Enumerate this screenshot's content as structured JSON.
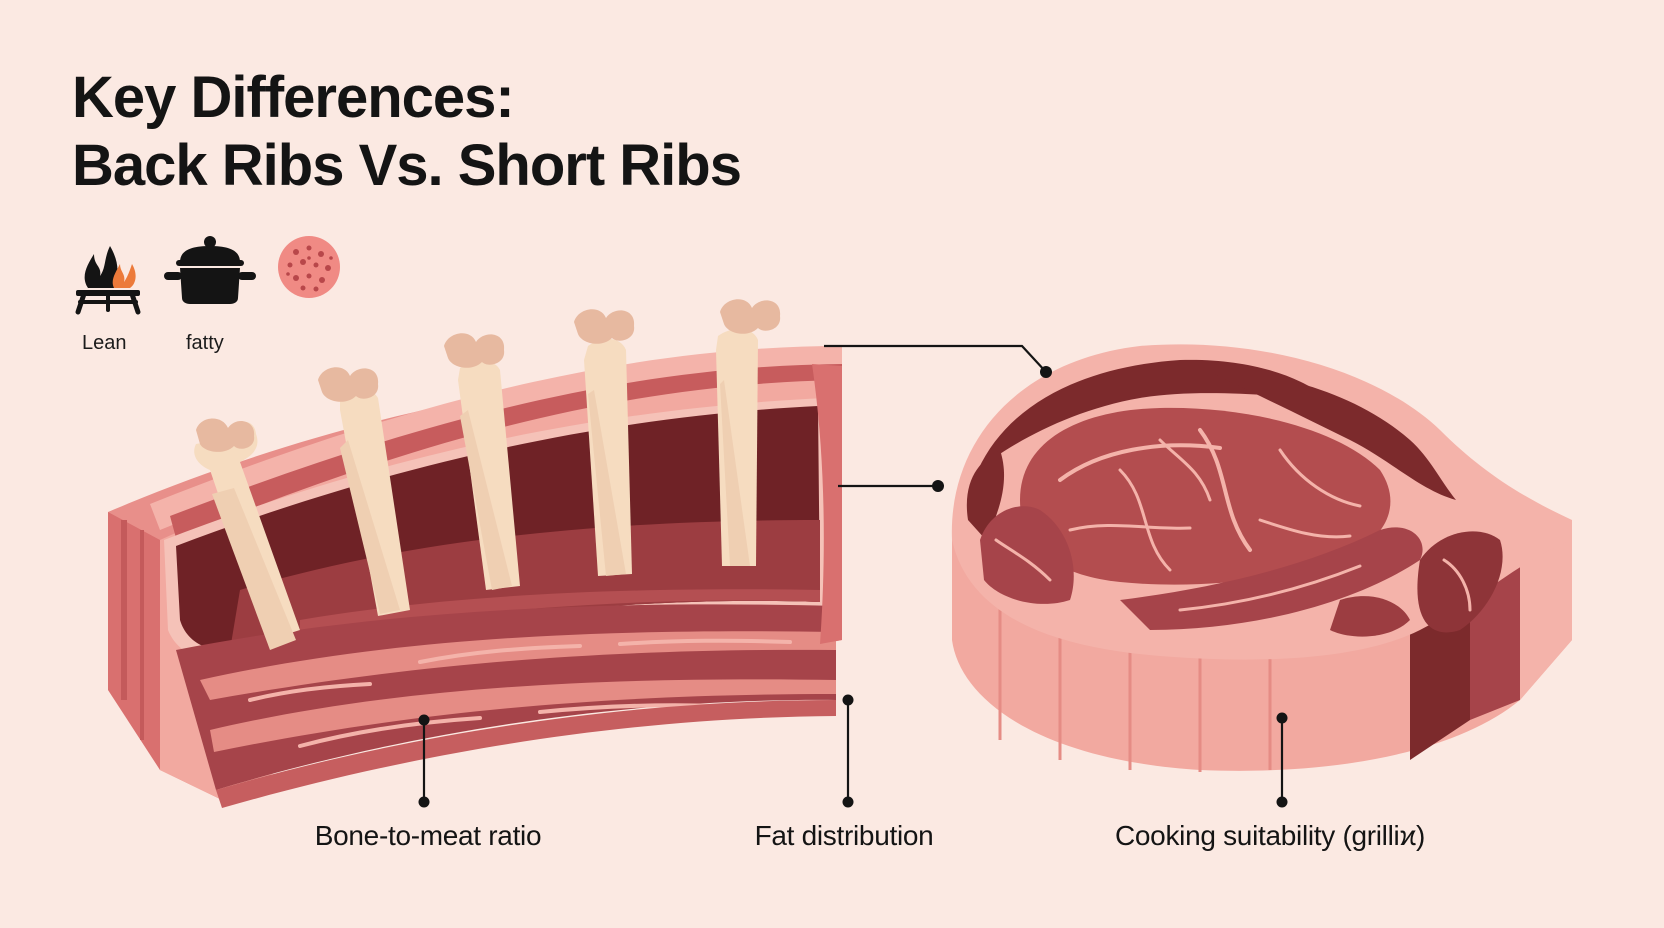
{
  "title": {
    "line1": "Key Differences:",
    "line2": "Back Ribs Vs. Short Ribs"
  },
  "icons": [
    {
      "name": "grill-flame-icon",
      "label": "Lean"
    },
    {
      "name": "cooking-pot-icon",
      "label": "fatty"
    },
    {
      "name": "marbled-meat-icon",
      "label": ""
    }
  ],
  "callouts": {
    "bone_ratio": "Bone-to-meat ratio",
    "fat_distribution": "Fat distribution",
    "cooking_suitability": "Cooking suitability (grilliϰ)"
  },
  "colors": {
    "background": "#fbe9e2",
    "meat_dark": "#7c2a2c",
    "meat_mid": "#b34d4f",
    "fat_pink": "#f2a9a0",
    "bone": "#f6dcc0",
    "text": "#141414",
    "flame_accent": "#ec7a3a"
  }
}
